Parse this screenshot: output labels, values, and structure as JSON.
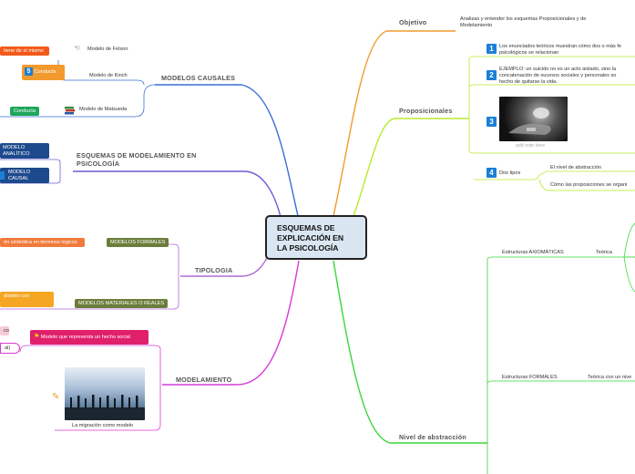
{
  "central": {
    "line1": "ESQUEMAS DE",
    "line2": "EXPLICACIÓN EN",
    "line3": "LA PSICOLOGÍA"
  },
  "colors": {
    "causales": "#3a6fd8",
    "esquemas": "#6b5cd6",
    "tipologia": "#b06ad6",
    "modelamiento": "#d63ad6",
    "objetivo": "#f29a2e",
    "proposicionales": "#b8ea2a",
    "nivel": "#3ad63a"
  },
  "left": {
    "causales": {
      "label": "MODELOS CAUSALES",
      "items": [
        {
          "label": "Modelo de Felson",
          "icon": "pointing-hand-icon"
        },
        {
          "label": "Modelo de Kinch"
        },
        {
          "label": "Modelo de Matsueda",
          "icon": "books-icon"
        }
      ],
      "pill_tiene": "tiene de sí mismo",
      "pill_conducta_num": "5",
      "pill_conducta": "Conducta",
      "pill_conducta2": "Conducta"
    },
    "esquemas": {
      "label_line1": "ESQUEMAS DE MODELAMIENTO EN",
      "label_line2": "PSICOLOGÍA",
      "box1_line1": "MODELO",
      "box1_line2": "ANALÍTICO",
      "box2_line1": "MODELO",
      "box2_line2": "CAUSAL"
    },
    "tipologia": {
      "label": "TIPOLOGIA",
      "formales": "MODELOS FORMALES",
      "materiales": "MODELOS MATERIALES O REALES",
      "pill_simbolica": "ón simbólica en términos lógicos",
      "pill_distinto": "distinto con"
    },
    "modelamiento": {
      "label": "MODELAMIENTO",
      "pill_social": "Modelo que representa un hecho social",
      "pill_co": "co",
      "pill_al": "al)",
      "caption": "La migración como modelo"
    }
  },
  "right": {
    "objetivo": {
      "label": "Objetivo",
      "text_line1": "Analizas y entender los esquemas Proposicionales y de",
      "text_line2": "Modelamiento"
    },
    "proposicionales": {
      "label": "Proposicionales",
      "n1": "1",
      "t1_line1": "Los enunciados teóricos muestran cómo dos o más fe",
      "t1_line2": "psicológicos se relacionan",
      "n2": "2",
      "t2_line1": "EJEMPLO: un suicido no es un acto aislado, sino la",
      "t2_line2": "concatenación de sucesos sociales y personales so",
      "t2_line3": "hecho de quitarse la vida.",
      "n3": "3",
      "caption": "add note here",
      "n4": "4",
      "t4": "Dos tipos",
      "sub1": "El nivel de abstracción",
      "sub2": "Cómo las proposiciones se organi"
    },
    "nivel": {
      "label": "Nivel de abstracción",
      "axiomaticas": "Estructuras AXIOMÁTICAS",
      "teorica": "Teórica",
      "formales": "Estructuras FORMALES",
      "teorica_nivel": "Teórica con un nive"
    }
  }
}
